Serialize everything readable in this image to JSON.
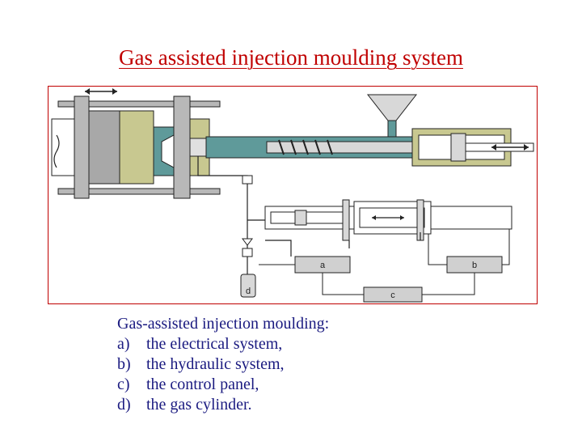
{
  "slide": {
    "title": "Gas assisted injection moulding system"
  },
  "diagram": {
    "box_labels": {
      "a": "a",
      "b": "b",
      "c": "c",
      "d": "d"
    },
    "colors": {
      "frame": "#c00000",
      "machine_gray": "#b8b8b8",
      "mould_olive": "#c8c890",
      "barrel_teal": "#5f9a9a",
      "line": "#222222"
    }
  },
  "caption": {
    "heading": "Gas-assisted injection moulding:",
    "items": [
      {
        "letter": "a)",
        "text": "the electrical system,"
      },
      {
        "letter": "b)",
        "text": "the hydraulic system,"
      },
      {
        "letter": "c)",
        "text": "the control panel,"
      },
      {
        "letter": "d)",
        "text": "the gas cylinder."
      }
    ]
  }
}
